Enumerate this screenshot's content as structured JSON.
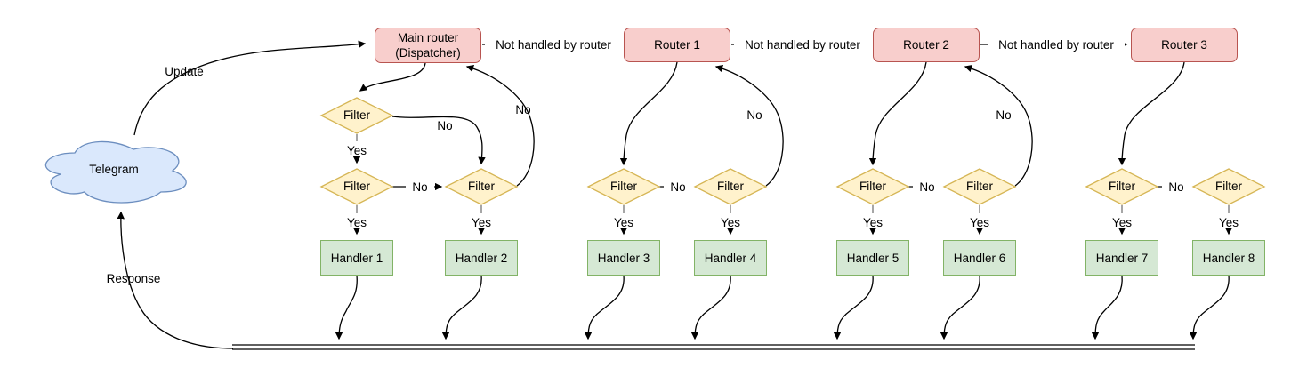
{
  "labels": {
    "telegram": "Telegram",
    "update": "Update",
    "response": "Response",
    "not_handled": "Not handled by router",
    "yes": "Yes",
    "no": "No",
    "filter": "Filter"
  },
  "routers": {
    "main": "Main router\n(Dispatcher)",
    "r1": "Router 1",
    "r2": "Router 2",
    "r3": "Router 3"
  },
  "handlers": [
    "Handler 1",
    "Handler 2",
    "Handler 3",
    "Handler 4",
    "Handler 5",
    "Handler 6",
    "Handler 7",
    "Handler 8"
  ],
  "colors": {
    "router_fill": "#f8cecc",
    "router_stroke": "#b85450",
    "filter_fill": "#fff2cc",
    "filter_stroke": "#d6b656",
    "handler_fill": "#d5e8d4",
    "handler_stroke": "#82b366",
    "cloud_fill": "#dae8fc",
    "cloud_stroke": "#6c8ebf",
    "edge": "#000000"
  }
}
